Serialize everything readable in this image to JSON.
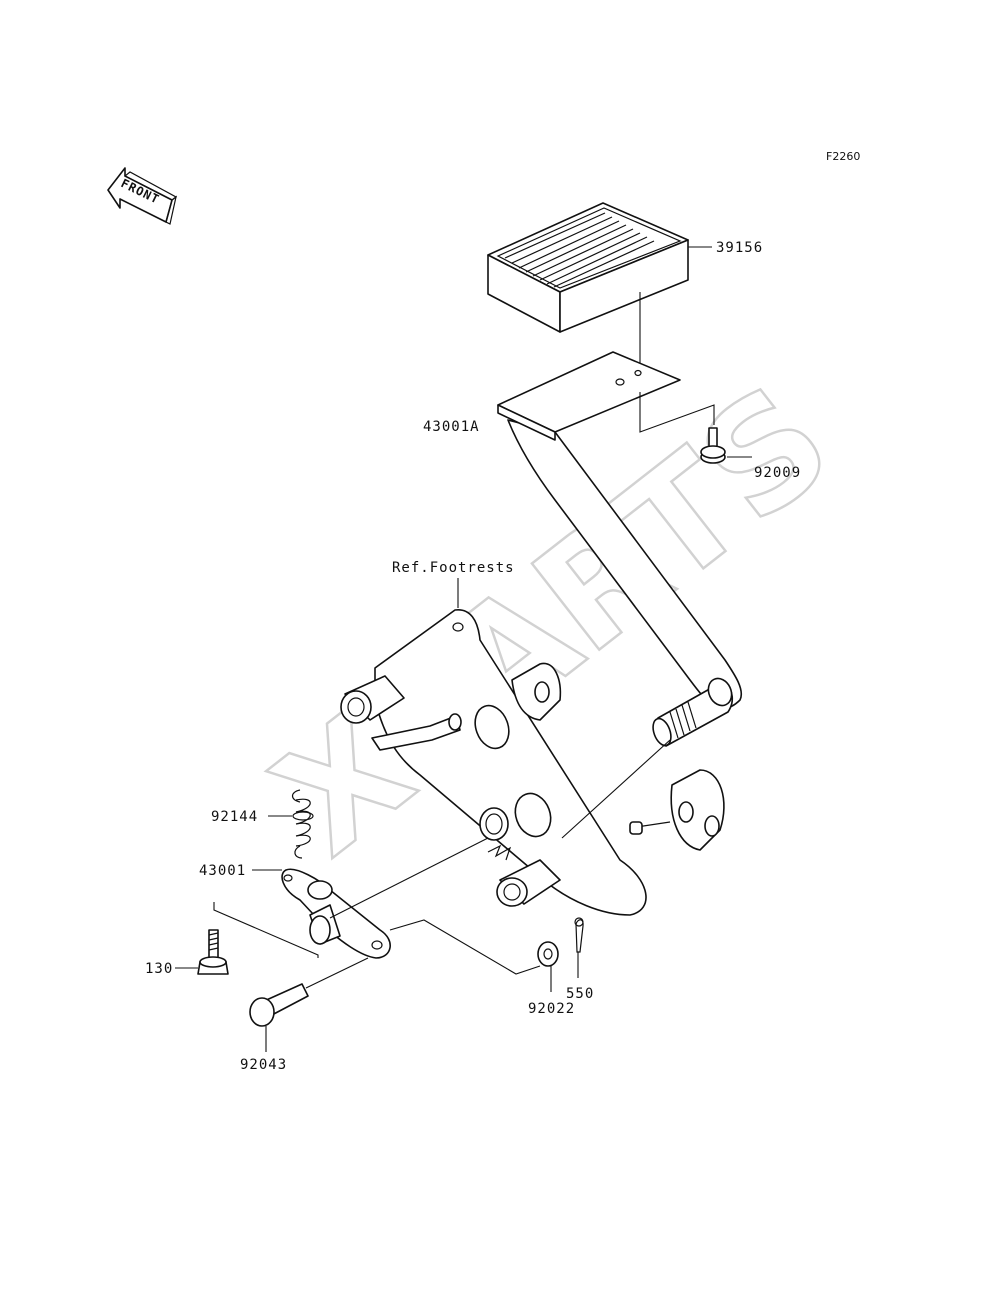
{
  "diagram": {
    "code": "F2260",
    "front_marker": "FRONT",
    "watermark": "XPARTS",
    "labels": {
      "p39156": "39156",
      "p43001A": "43001A",
      "p92009": "92009",
      "ref_footrests": "Ref.Footrests",
      "p92144": "92144",
      "p43001": "43001",
      "p130": "130",
      "p92022": "92022",
      "p550": "550",
      "p92043": "92043"
    }
  }
}
